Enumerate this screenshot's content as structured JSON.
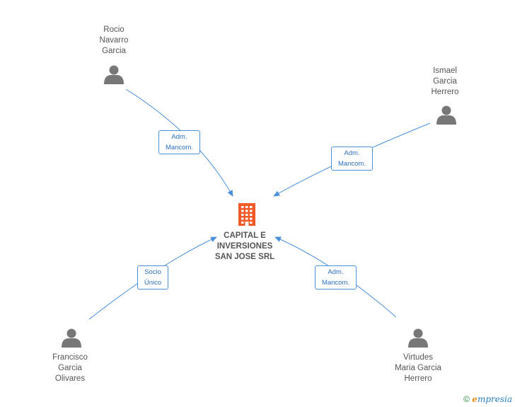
{
  "company": {
    "name": "CAPITAL E\nINVERSIONES\nSAN JOSE SRL",
    "icon": "building-icon",
    "color": "#f05a28"
  },
  "persons": [
    {
      "id": "rocio",
      "name": "Rocio\nNavarro\nGarcia"
    },
    {
      "id": "ismael",
      "name": "Ismael\nGarcia\nHerrero"
    },
    {
      "id": "francisco",
      "name": "Francisco\nGarcia\nOlivares"
    },
    {
      "id": "virtudes",
      "name": "Virtudes\nMaria Garcia\nHerrero"
    }
  ],
  "relations": [
    {
      "from": "rocio",
      "label": "Adm.\nMancom."
    },
    {
      "from": "ismael",
      "label": "Adm.\nMancom."
    },
    {
      "from": "francisco",
      "label": "Socio\nÚnico"
    },
    {
      "from": "virtudes",
      "label": "Adm.\nMancom."
    }
  ],
  "footer": {
    "copyright": "©",
    "brand_initial": "e",
    "brand_rest": "mpresia"
  },
  "colors": {
    "line": "#4a90d9",
    "person_icon": "#777777",
    "text": "#555555"
  }
}
